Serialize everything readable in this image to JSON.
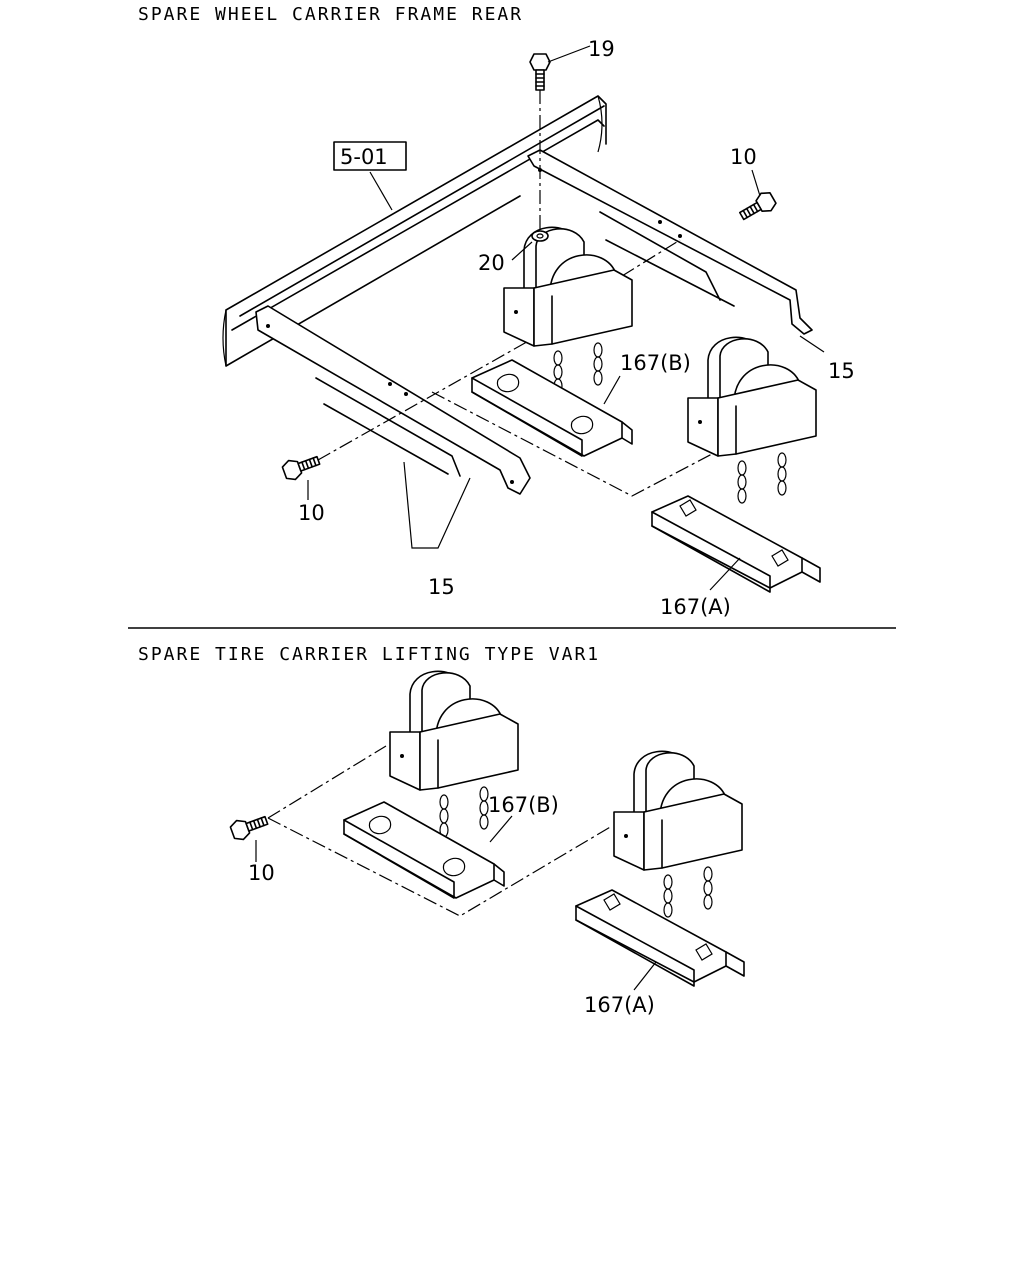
{
  "sections": {
    "top_title": "SPARE WHEEL CARRIER FRAME REAR",
    "bottom_title": "SPARE TIRE CARRIER LIFTING TYPE VAR1"
  },
  "callouts": {
    "ref": "5-01",
    "p19": "19",
    "p10_top_right": "10",
    "p20": "20",
    "p15_right": "15",
    "p167b_top": "167(B)",
    "p10_top_left": "10",
    "p15_bottom": "15",
    "p167a_top": "167(A)",
    "p167b_bottom": "167(B)",
    "p10_bottom": "10",
    "p167a_bottom": "167(A)"
  },
  "icons": {
    "bolt": "bolt-icon",
    "washer": "washer-icon",
    "winch": "winch-pulley-icon",
    "chain": "chain-icon",
    "bracket": "bracket-icon"
  }
}
